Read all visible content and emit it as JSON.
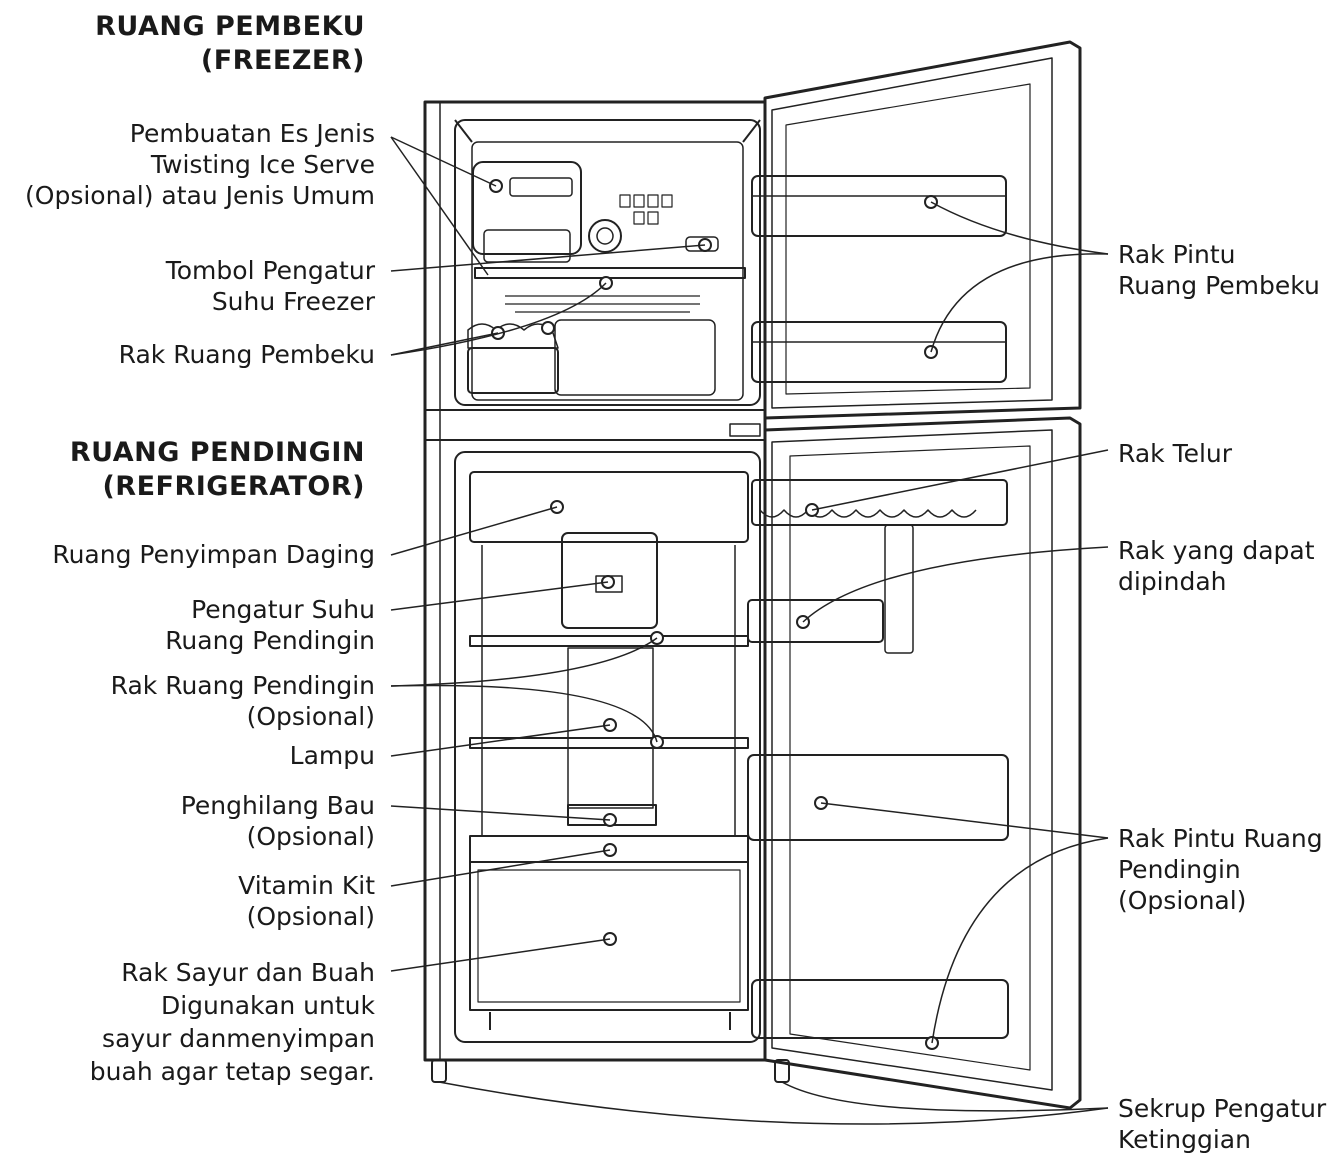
{
  "headings": {
    "freezer": [
      "RUANG PEMBEKU",
      "(FREEZER)"
    ],
    "refrigerator": [
      "RUANG PENDINGIN",
      "(REFRIGERATOR)"
    ]
  },
  "left_labels": [
    {
      "key": "ice_maker",
      "lines": [
        "Pembuatan Es Jenis",
        "Twisting Ice Serve",
        "(Opsional) atau Jenis Umum"
      ]
    },
    {
      "key": "freezer_temp",
      "lines": [
        "Tombol Pengatur",
        "Suhu Freezer"
      ]
    },
    {
      "key": "freezer_shelf",
      "lines": [
        "Rak Ruang Pembeku"
      ]
    },
    {
      "key": "meat_room",
      "lines": [
        "Ruang Penyimpan Daging"
      ]
    },
    {
      "key": "fridge_temp",
      "lines": [
        "Pengatur Suhu",
        "Ruang Pendingin"
      ]
    },
    {
      "key": "fridge_shelf",
      "lines": [
        "Rak Ruang Pendingin",
        "(Opsional)"
      ]
    },
    {
      "key": "lamp",
      "lines": [
        "Lampu"
      ]
    },
    {
      "key": "deodorizer",
      "lines": [
        "Penghilang Bau",
        "(Opsional)"
      ]
    },
    {
      "key": "vitamin",
      "lines": [
        "Vitamin Kit",
        "(Opsional)"
      ]
    },
    {
      "key": "crisper",
      "lines": [
        "Rak Sayur dan Buah",
        "Digunakan untuk",
        "sayur danmenyimpan",
        "buah agar tetap segar."
      ]
    }
  ],
  "right_labels": [
    {
      "key": "freezer_door",
      "lines": [
        "Rak Pintu",
        "Ruang Pembeku"
      ]
    },
    {
      "key": "egg",
      "lines": [
        "Rak Telur"
      ]
    },
    {
      "key": "movable",
      "lines": [
        "Rak yang dapat",
        "dipindah"
      ]
    },
    {
      "key": "fridge_door",
      "lines": [
        "Rak Pintu Ruang",
        "Pendingin",
        "(Opsional)"
      ]
    },
    {
      "key": "leveling",
      "lines": [
        "Sekrup Pengatur",
        "Ketinggian"
      ]
    }
  ]
}
